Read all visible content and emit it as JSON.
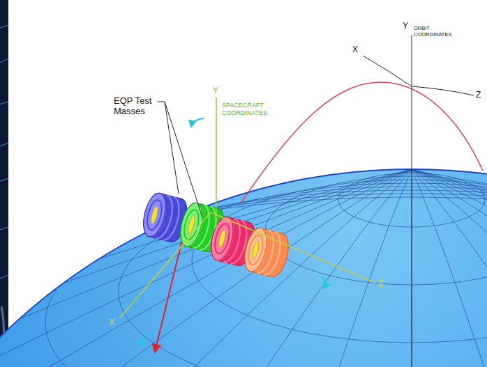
{
  "diagram": {
    "labels": [
      "EQP Test Masses",
      "Y",
      "SPACECRAFT COORDINATES",
      "Y",
      "ORBIT COORDINATES",
      "X",
      "Z",
      "X",
      "Z"
    ]
  }
}
